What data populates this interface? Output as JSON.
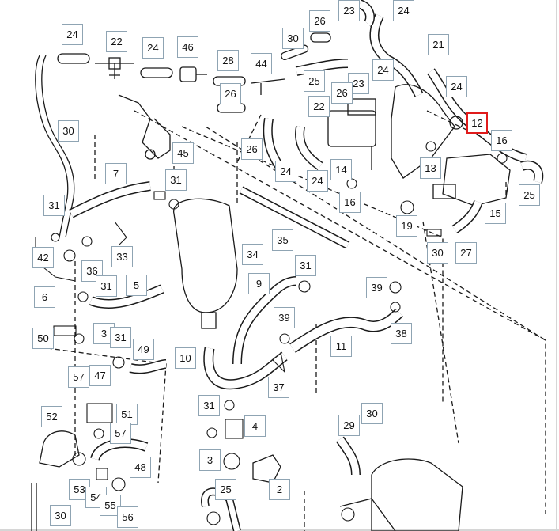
{
  "diagram": {
    "highlighted_part": "12",
    "highlight_color": "#e01b1b",
    "callout_border_color": "#8fa4b3",
    "line_color": "#1a1a1a",
    "background_color": "#ffffff",
    "callouts": [
      "23",
      "24",
      "26",
      "30",
      "21",
      "22",
      "24",
      "46",
      "28",
      "44",
      "25",
      "24",
      "26",
      "23",
      "24",
      "12",
      "26",
      "22",
      "24",
      "24",
      "26",
      "14",
      "16",
      "30",
      "45",
      "13",
      "16",
      "25",
      "7",
      "31",
      "24",
      "24",
      "15",
      "31",
      "35",
      "19",
      "30",
      "27",
      "42",
      "33",
      "34",
      "36",
      "31",
      "31",
      "6",
      "5",
      "9",
      "39",
      "50",
      "3",
      "31",
      "49",
      "39",
      "11",
      "38",
      "57",
      "47",
      "10",
      "37",
      "52",
      "51",
      "31",
      "57",
      "4",
      "29",
      "30",
      "48",
      "3",
      "53",
      "54",
      "55",
      "56",
      "25",
      "2",
      "30"
    ]
  }
}
